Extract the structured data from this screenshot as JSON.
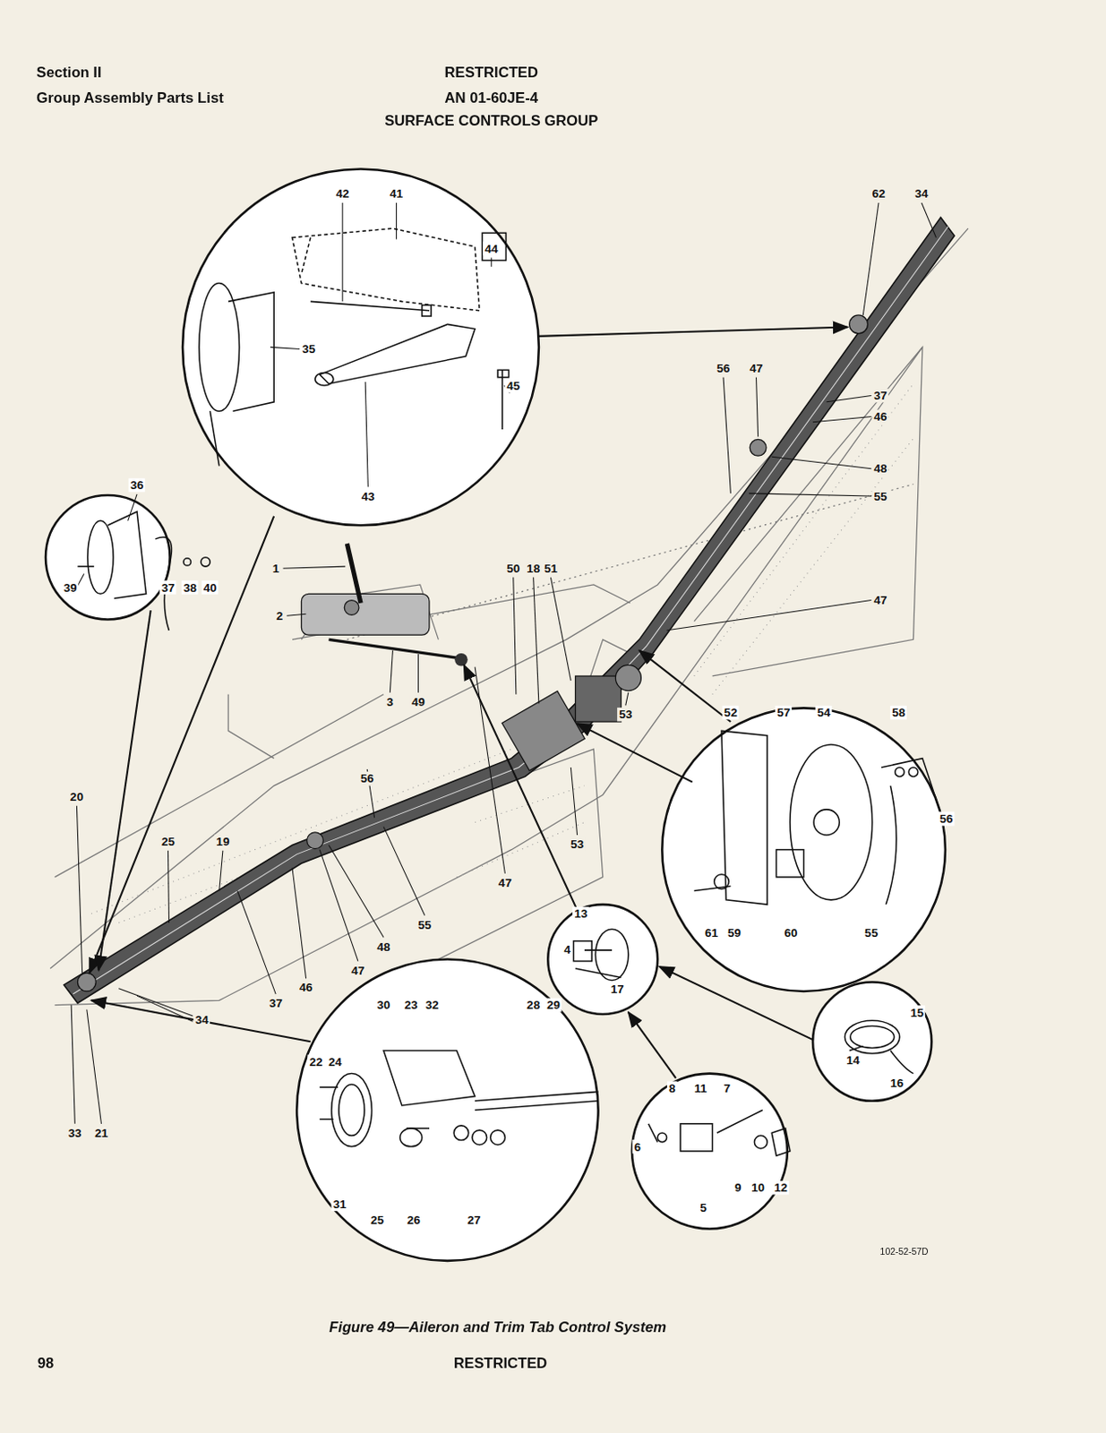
{
  "diagram": {
    "title": "SURFACE CONTROLS GROUP",
    "caption": "Figure 49—Aileron and Trim Tab Control System",
    "labels": [
      "Section II",
      "Group Assembly Parts List",
      "RESTRICTED",
      "AN 01-60JE-4",
      "42",
      "41",
      "44",
      "35",
      "45",
      "43",
      "36",
      "39",
      "37",
      "38",
      "40",
      "62",
      "34",
      "56",
      "47",
      "37",
      "46",
      "48",
      "55",
      "47",
      "1",
      "2",
      "50",
      "18",
      "51",
      "3",
      "49",
      "53",
      "56",
      "53",
      "47",
      "55",
      "47",
      "48",
      "46",
      "37",
      "20",
      "25",
      "19",
      "34",
      "33",
      "21",
      "52",
      "57",
      "54",
      "58",
      "56",
      "61",
      "59",
      "60",
      "55",
      "13",
      "4",
      "17",
      "15",
      "14",
      "16",
      "8",
      "11",
      "7",
      "6",
      "9",
      "10",
      "12",
      "5",
      "30",
      "23",
      "32",
      "28",
      "29",
      "22",
      "24",
      "31",
      "25",
      "26",
      "27",
      "102-52-57D",
      "98",
      "RESTRICTED"
    ]
  }
}
